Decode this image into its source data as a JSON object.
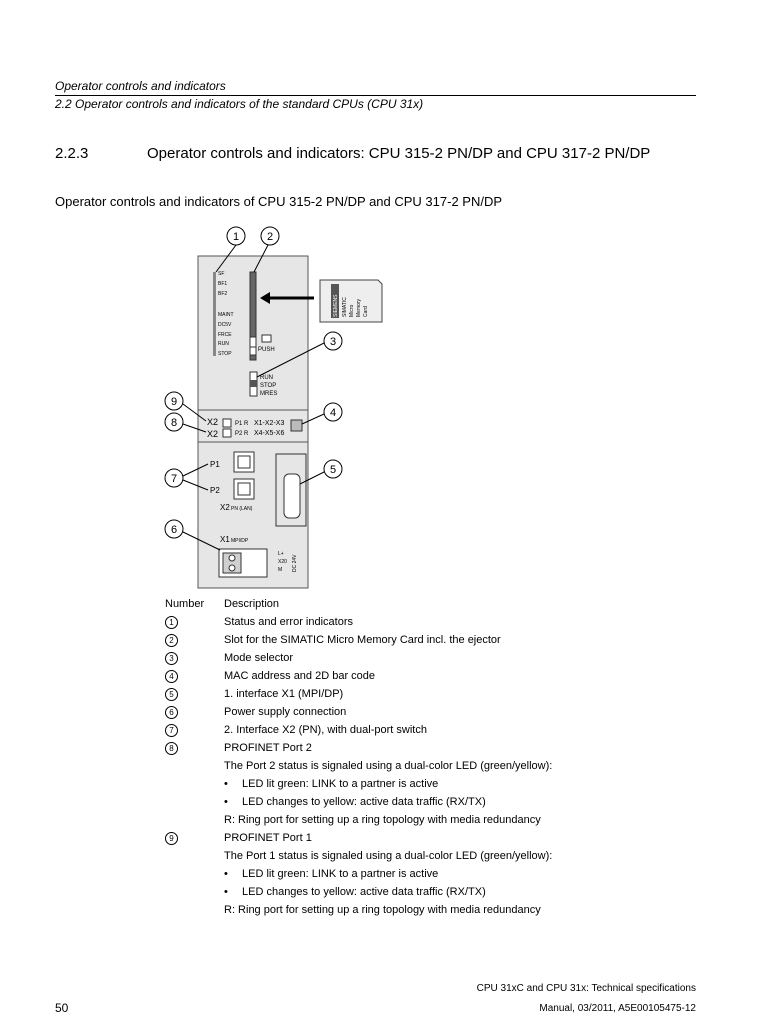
{
  "header": {
    "chapter": "Operator controls and indicators",
    "section": "2.2 Operator controls and indicators of the standard CPUs (CPU 31x)"
  },
  "section": {
    "number": "2.2.3",
    "title": "Operator controls and indicators: CPU 315-2 PN/DP and CPU 317-2 PN/DP"
  },
  "subheading": "Operator controls and indicators of CPU 315-2 PN/DP and CPU 317-2 PN/DP",
  "figure": {
    "callouts": [
      "1",
      "2",
      "3",
      "4",
      "5",
      "6",
      "7",
      "8",
      "9"
    ],
    "leds": [
      "SF",
      "BF1",
      "BF2",
      "MAINT",
      "DC5V",
      "FRCE",
      "RUN",
      "STOP"
    ],
    "push_label": "PUSH",
    "card_lines": [
      "SIEMENS",
      "SIMATIC",
      "Micro",
      "Memory",
      "Card"
    ],
    "mode_labels": [
      "RUN",
      "STOP",
      "MRES"
    ],
    "x2_top": "X2",
    "x2_bottom": "X2",
    "p1r": "P1 R",
    "p2r": "P2 R",
    "mac_top": "X1-X2-X3",
    "mac_bottom": "X4-X5-X6",
    "port1": "P1",
    "port2": "P2",
    "x2pn": "X2",
    "x2pn_sub": "PN (LAN)",
    "x1": "X1",
    "x1_sub": "MPI/DP",
    "power_labels": [
      "L+",
      "X20",
      "M"
    ],
    "power_side": "DC 24V"
  },
  "table": {
    "head_number": "Number",
    "head_desc": "Description",
    "rows": [
      {
        "num": "1",
        "desc": "Status and error indicators"
      },
      {
        "num": "2",
        "desc": "Slot for the SIMATIC Micro Memory Card incl. the ejector"
      },
      {
        "num": "3",
        "desc": "Mode selector"
      },
      {
        "num": "4",
        "desc": "MAC address and 2D bar code"
      },
      {
        "num": "5",
        "desc": "1. interface X1 (MPI/DP)"
      },
      {
        "num": "6",
        "desc": "Power supply connection"
      },
      {
        "num": "7",
        "desc": "2. Interface X2 (PN), with dual-port switch"
      }
    ],
    "row8": {
      "num": "8",
      "title": "PROFINET Port 2",
      "line": "The Port 2 status is signaled using a dual-color LED (green/yellow):",
      "bullets": [
        "LED lit green: LINK to a partner is active",
        "LED changes to yellow: active data traffic (RX/TX)"
      ],
      "note": "R: Ring port for setting up a ring topology with media redundancy"
    },
    "row9": {
      "num": "9",
      "title": "PROFINET Port 1",
      "line": "The Port 1 status is signaled using a dual-color LED (green/yellow):",
      "bullets": [
        "LED lit green: LINK to a partner is active",
        "LED changes to yellow: active data traffic (RX/TX)"
      ],
      "note": "R: Ring port for setting up a ring topology with media redundancy"
    }
  },
  "footer": {
    "line1": "CPU 31xC and CPU 31x: Technical specifications",
    "line2": "Manual, 03/2011, A5E00105475-12",
    "page": "50"
  }
}
